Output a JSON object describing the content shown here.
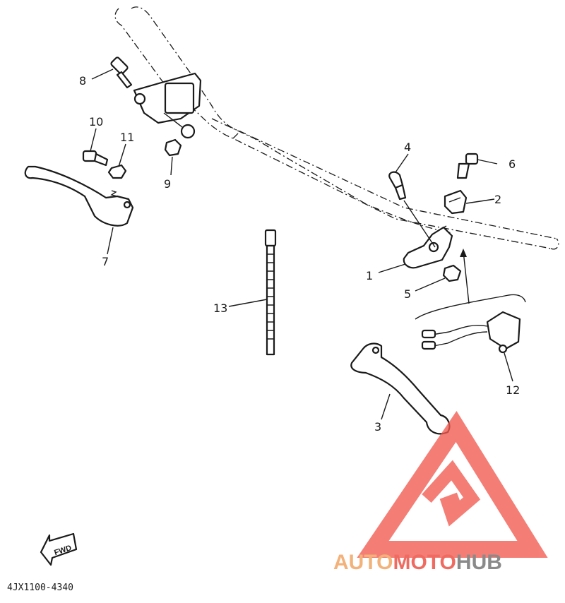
{
  "diagram": {
    "callouts": [
      {
        "id": "1",
        "label": "1"
      },
      {
        "id": "2",
        "label": "2"
      },
      {
        "id": "3",
        "label": "3"
      },
      {
        "id": "4",
        "label": "4"
      },
      {
        "id": "5",
        "label": "5"
      },
      {
        "id": "6",
        "label": "6"
      },
      {
        "id": "7",
        "label": "7"
      },
      {
        "id": "8",
        "label": "8"
      },
      {
        "id": "9",
        "label": "9"
      },
      {
        "id": "10",
        "label": "10"
      },
      {
        "id": "11",
        "label": "11"
      },
      {
        "id": "12",
        "label": "12"
      },
      {
        "id": "13",
        "label": "13"
      }
    ],
    "fwd_label": "FWD",
    "part_code": "4JX1100-4340"
  },
  "watermark": {
    "text_part1": "AUTO",
    "text_part2": "MOTO",
    "text_part3": "HUB",
    "colors": {
      "auto": "#f2b27a",
      "moto": "#ef6b61",
      "hub": "#8a8a8a",
      "logo": "#f25a4f"
    }
  }
}
